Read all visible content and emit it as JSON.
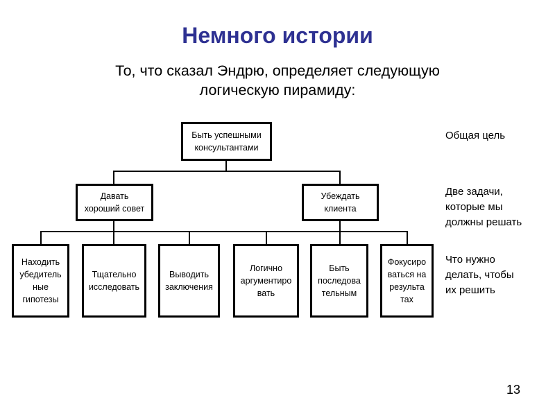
{
  "slide": {
    "title": "Немного истории",
    "subtitle_line1": "То, что сказал Эндрю, определяет следующую",
    "subtitle_line2": "логическую пирамиду:",
    "page_number": "13",
    "title_color": "#2e3192"
  },
  "pyramid": {
    "top": {
      "line1": "Быть успешными",
      "line2": "консультантами"
    },
    "middle": [
      {
        "line1": "Давать",
        "line2": "хороший совет"
      },
      {
        "line1": "Убеждать",
        "line2": "клиента"
      }
    ],
    "bottom": [
      {
        "lines": [
          "Находить",
          "убедитель",
          "ные",
          "гипотезы"
        ]
      },
      {
        "lines": [
          "Тщательно",
          "исследовать"
        ]
      },
      {
        "lines": [
          "Выводить",
          "заключения"
        ]
      },
      {
        "lines": [
          "Логично",
          "аргументиро",
          "вать"
        ]
      },
      {
        "lines": [
          "Быть",
          "последова",
          "тельным"
        ]
      },
      {
        "lines": [
          "Фокусиро",
          "ваться на",
          "результа",
          "тах"
        ]
      }
    ]
  },
  "legend": {
    "level1": [
      "Общая цель"
    ],
    "level2": [
      "Две задачи,",
      "которые мы",
      "должны решать"
    ],
    "level3": [
      "Что нужно",
      "делать, чтобы",
      "их решить"
    ]
  }
}
